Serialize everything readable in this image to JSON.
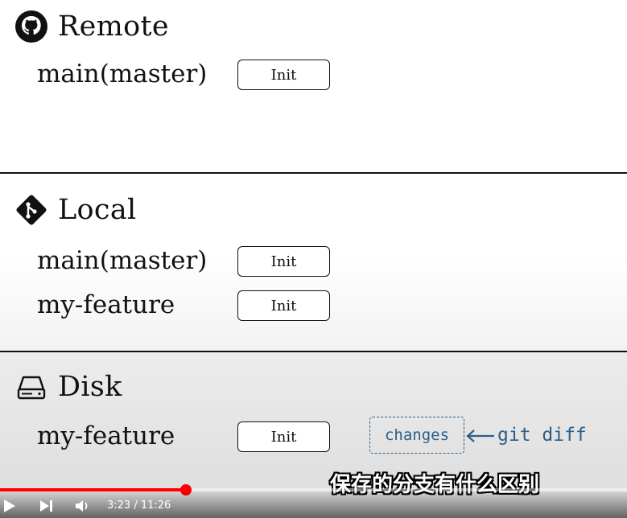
{
  "remote": {
    "title": "Remote",
    "icon": "github-icon",
    "branches": [
      {
        "name": "main(master)",
        "commit": "Init"
      }
    ]
  },
  "local": {
    "title": "Local",
    "icon": "git-icon",
    "branches": [
      {
        "name": "main(master)",
        "commit": "Init"
      },
      {
        "name": "my-feature",
        "commit": "Init"
      }
    ]
  },
  "disk": {
    "title": "Disk",
    "icon": "hard-drive-icon",
    "branches": [
      {
        "name": "my-feature",
        "commit": "Init"
      }
    ],
    "changes_label": "changes",
    "git_diff_label": "git diff"
  },
  "subtitle": "保存的分支有什么区别",
  "player": {
    "current_time": "3:23",
    "separator": " / ",
    "duration": "11:26",
    "progress": 0.296,
    "accent_color": "#ff0000"
  },
  "colors": {
    "annotation": "#2b5f8a",
    "divider": "#111111"
  }
}
